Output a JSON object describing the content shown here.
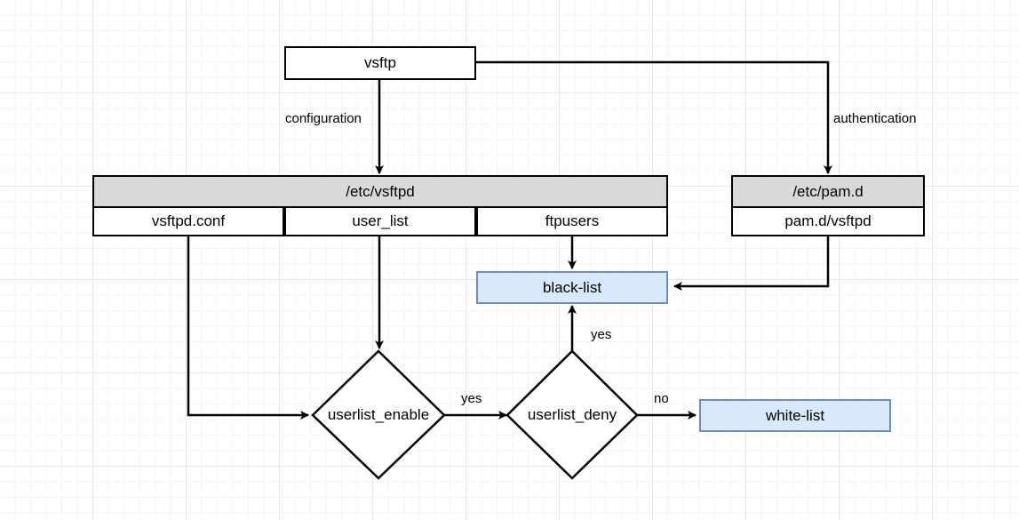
{
  "diagram": {
    "title": "vsftp configuration and authentication flow",
    "colors": {
      "blue_fill": "#dae8fc",
      "blue_stroke": "#6c8ebf",
      "gray_fill": "#d9d9d9",
      "stroke": "#000000",
      "grid_minor": "#f5f5f5",
      "grid_major": "#e8e8e8"
    },
    "nodes": {
      "vsftp": "vsftp",
      "etc_vsftpd": "/etc/vsftpd",
      "vsftpd_conf": "vsftpd.conf",
      "user_list": "user_list",
      "ftpusers": "ftpusers",
      "etc_pam_d": "/etc/pam.d",
      "pam_d_vsftpd": "pam.d/vsftpd",
      "black_list": "black-list",
      "white_list": "white-list",
      "userlist_enable": "userlist_enable",
      "userlist_deny": "userlist_deny"
    },
    "edge_labels": {
      "configuration": "configuration",
      "authentication": "authentication",
      "enable_to_deny": "yes",
      "deny_to_blacklist": "yes",
      "deny_to_whitelist": "no"
    }
  }
}
